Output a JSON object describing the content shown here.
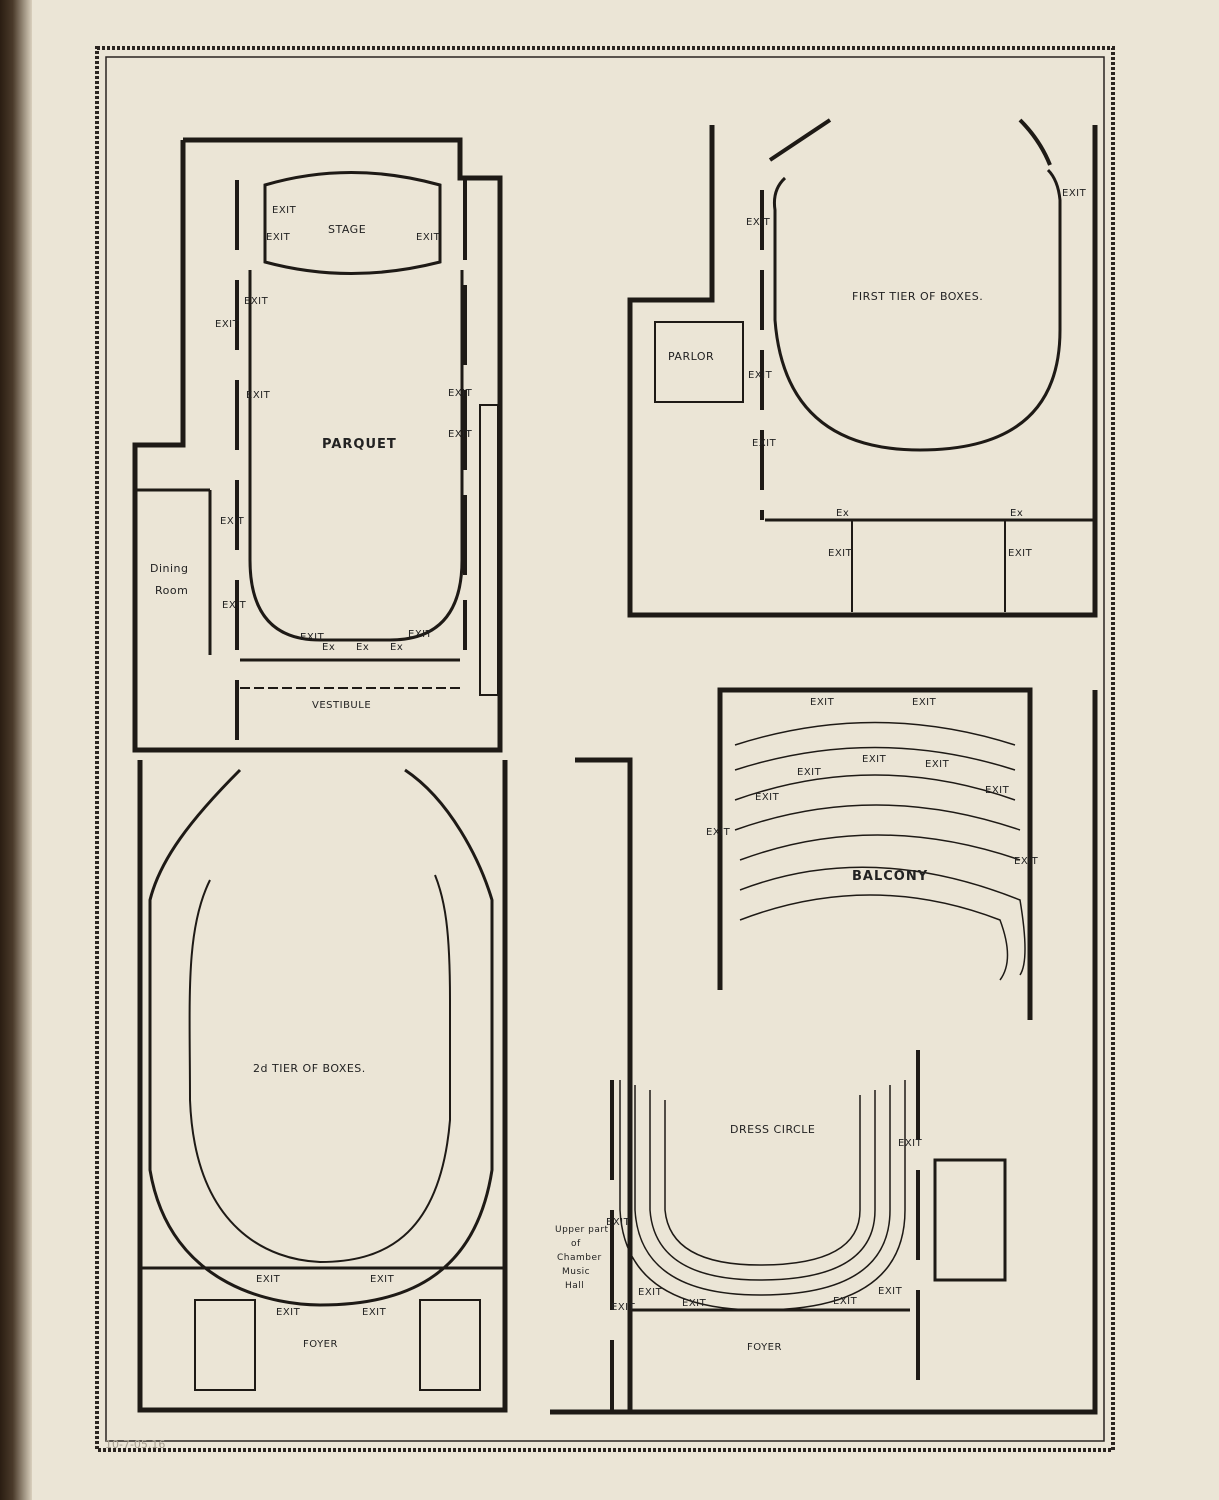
{
  "plans": {
    "parquet": {
      "title": "PARQUET",
      "stage": "STAGE",
      "vestibule": "VESTIBULE",
      "dining": "Dining",
      "dining2": "Room",
      "exit": "EXIT",
      "ex": "Ex"
    },
    "first_tier": {
      "title": "FIRST TIER OF BOXES.",
      "parlor": "PARLOR",
      "exit": "EXIT",
      "ex": "Ex"
    },
    "second_tier": {
      "title": "2d TIER OF BOXES.",
      "foyer": "FOYER",
      "exit": "EXIT"
    },
    "balcony": {
      "title": "BALCONY",
      "exit": "EXIT"
    },
    "dress_circle": {
      "title": "DRESS CIRCLE",
      "foyer": "FOYER",
      "exit": "EXIT",
      "upper1": "Upper part",
      "upper2": "of",
      "upper3": "Chamber",
      "upper4": "Music",
      "upper5": "Hall"
    }
  },
  "archive_note": "10-7-05.16"
}
